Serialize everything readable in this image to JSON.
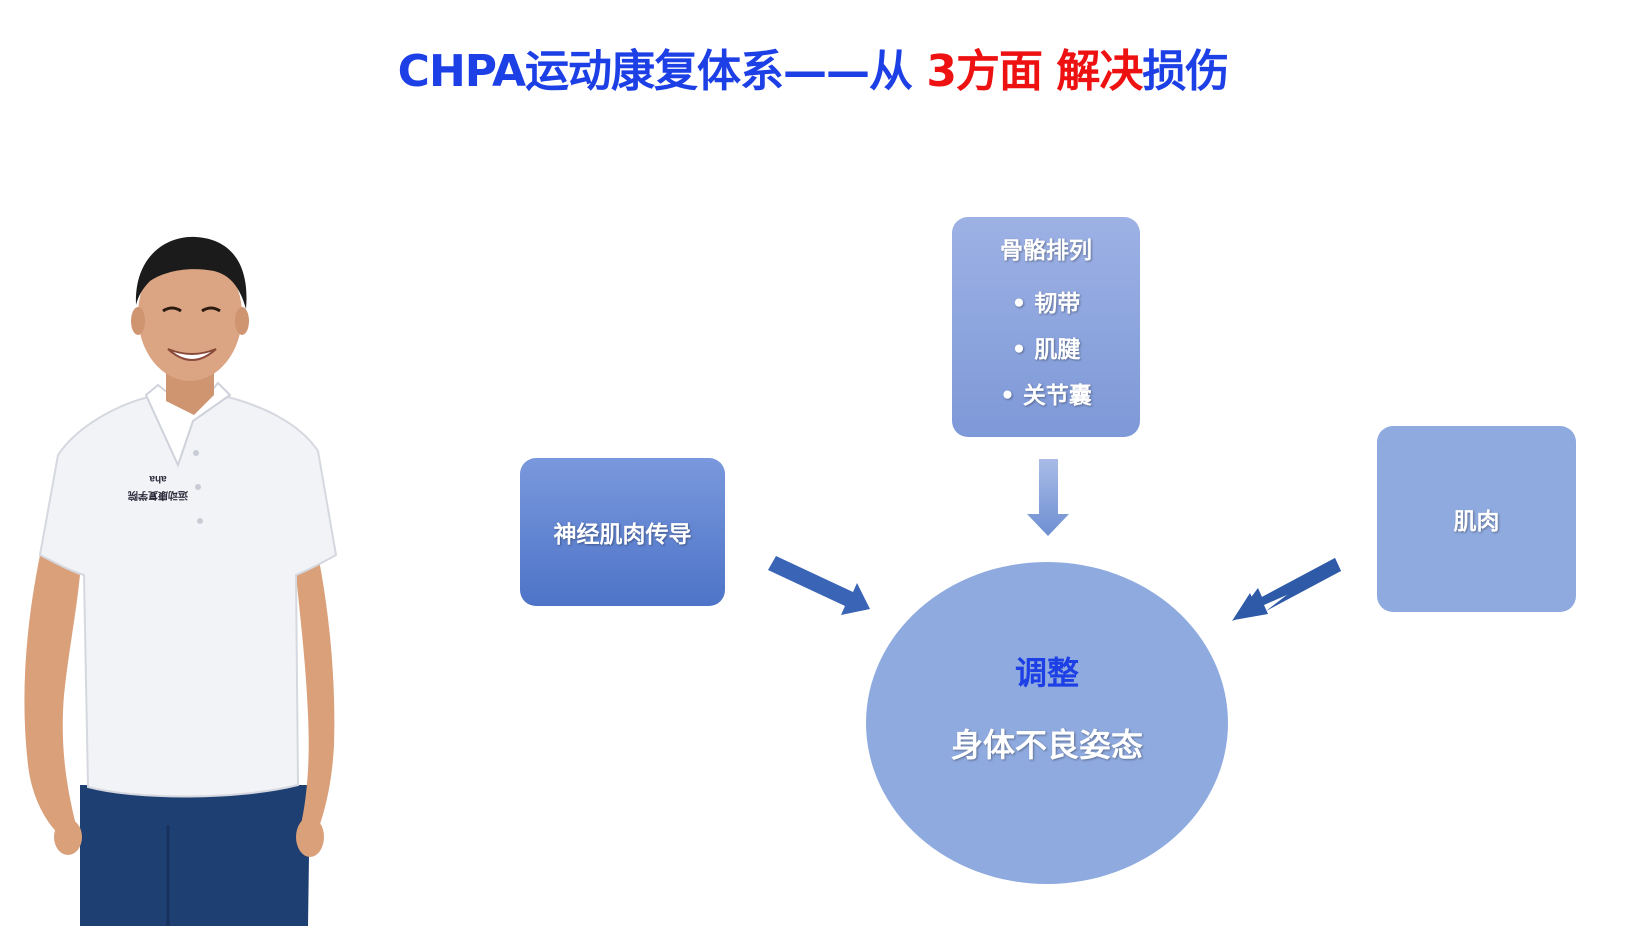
{
  "title": {
    "part1": "CHPA运动康复体系——从 ",
    "part2": "3方面",
    "part3": " ",
    "part4": "解决",
    "part5": "损伤"
  },
  "diagram": {
    "neural_box": {
      "label": "神经肌肉传导"
    },
    "bone_box": {
      "heading": "骨骼排列",
      "items": [
        "• 韧带",
        "• 肌腱",
        "• 关节囊"
      ]
    },
    "muscle_box": {
      "label": "肌肉"
    },
    "center": {
      "top": "调整",
      "bottom": "身体不良姿态"
    }
  },
  "photo": {
    "shirt_line1": "aha",
    "shirt_line2": "运动康复学院"
  },
  "colors": {
    "title_blue": "#1d3fe6",
    "title_red": "#ee1111",
    "box_blue": "#4d74c8",
    "circle_fill": "#8faadf",
    "arrow_fill": "#3a64b5"
  }
}
